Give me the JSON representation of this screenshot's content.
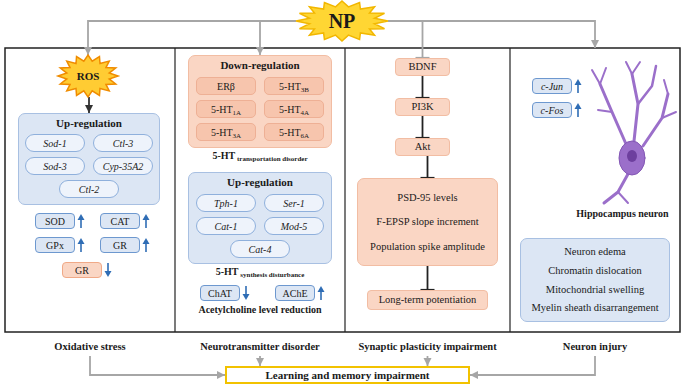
{
  "diagram": {
    "nodes": [
      {
        "text": [
          "NP"
        ]
      },
      {
        "text": [
          "Oxidative stress"
        ]
      },
      {
        "text": [
          "ROS"
        ],
        "in": 1
      },
      {
        "text": [
          "Up-regulation"
        ],
        "in": 1
      },
      {
        "text": [
          "Sod-1"
        ],
        "in": 3
      },
      {
        "text": [
          "Ctl-3"
        ],
        "in": 3
      },
      {
        "text": [
          "Sod-3"
        ],
        "in": 3
      },
      {
        "text": [
          "Cyp-35A2"
        ],
        "in": 3
      },
      {
        "text": [
          "Ctl-2"
        ],
        "in": 3
      },
      {
        "text": [
          "SOD"
        ],
        "in": 1
      },
      {
        "text": [
          "CAT"
        ],
        "in": 1
      },
      {
        "text": [
          "GPx"
        ],
        "in": 1
      },
      {
        "text": [
          "GR"
        ],
        "in": 1
      },
      {
        "text": [
          "GR"
        ],
        "in": 1
      },
      {
        "text": [
          "Neurotransmitter disorder"
        ]
      },
      {
        "text": [
          "Down-regulation",
          "5-HT transportation disorder"
        ],
        "in": 14
      },
      {
        "text": [
          "ERβ"
        ],
        "in": 15
      },
      {
        "text": [
          "5-HT3B"
        ],
        "in": 15
      },
      {
        "text": [
          "5-HT1A"
        ],
        "in": 15
      },
      {
        "text": [
          "5-HT4A"
        ],
        "in": 15
      },
      {
        "text": [
          "5-HT3A"
        ],
        "in": 15
      },
      {
        "text": [
          "5-HT6A"
        ],
        "in": 15
      },
      {
        "text": [
          "Up-regulation",
          "5-HT synthesis disturbance"
        ],
        "in": 14
      },
      {
        "text": [
          "Tph-1"
        ],
        "in": 22
      },
      {
        "text": [
          "Ser-1"
        ],
        "in": 22
      },
      {
        "text": [
          "Cat-1"
        ],
        "in": 22
      },
      {
        "text": [
          "Mod-5"
        ],
        "in": 22
      },
      {
        "text": [
          "Cat-4"
        ],
        "in": 22
      },
      {
        "text": [
          "ChAT"
        ],
        "in": 14
      },
      {
        "text": [
          "AChE"
        ],
        "in": 14
      },
      {
        "text": [
          "Synaptic plasticity impairment"
        ]
      },
      {
        "text": [
          "BDNF"
        ],
        "in": 30
      },
      {
        "text": [
          "PI3K"
        ],
        "in": 30
      },
      {
        "text": [
          "Akt"
        ],
        "in": 30
      },
      {
        "text": [
          "PSD-95 levels",
          "F-EPSP slope increment",
          "Population spike amplitude"
        ],
        "in": 30
      },
      {
        "text": [
          "Long-term potentiation"
        ],
        "in": 30
      },
      {
        "text": [
          "Neuron injury"
        ]
      },
      {
        "text": [
          "c-Jun"
        ],
        "in": 36
      },
      {
        "text": [
          "c-Fos"
        ],
        "in": 36
      },
      {
        "text": [
          "Neuron edema",
          "Chromatin dislocation",
          "Mitochondrial swelling",
          "Myelin sheath disarrangement"
        ],
        "in": 36
      },
      {
        "text": [
          "Learning and memory impairment"
        ]
      }
    ],
    "edges": [
      {
        "from": 0,
        "to": 2,
        "arrow": "to"
      },
      {
        "from": 0,
        "to": 15,
        "arrow": "to"
      },
      {
        "from": 0,
        "to": 31,
        "arrow": "to"
      },
      {
        "from": 0,
        "to": 36,
        "arrow": "to"
      },
      {
        "from": 2,
        "to": 3,
        "arrow": "to"
      },
      {
        "from": 31,
        "to": 32,
        "arrow": "to"
      },
      {
        "from": 32,
        "to": 33,
        "arrow": "to"
      },
      {
        "from": 33,
        "to": 34,
        "arrow": "to"
      },
      {
        "from": 34,
        "to": 35,
        "arrow": "to"
      },
      {
        "from": 1,
        "to": 40,
        "arrow": "to"
      },
      {
        "from": 14,
        "to": 40,
        "arrow": "to"
      },
      {
        "from": 30,
        "to": 40,
        "arrow": "to"
      },
      {
        "from": 36,
        "to": 40,
        "arrow": "to"
      }
    ],
    "labels": [
      "Acetylcholine level reduction",
      "Hippocampus neuron"
    ]
  }
}
